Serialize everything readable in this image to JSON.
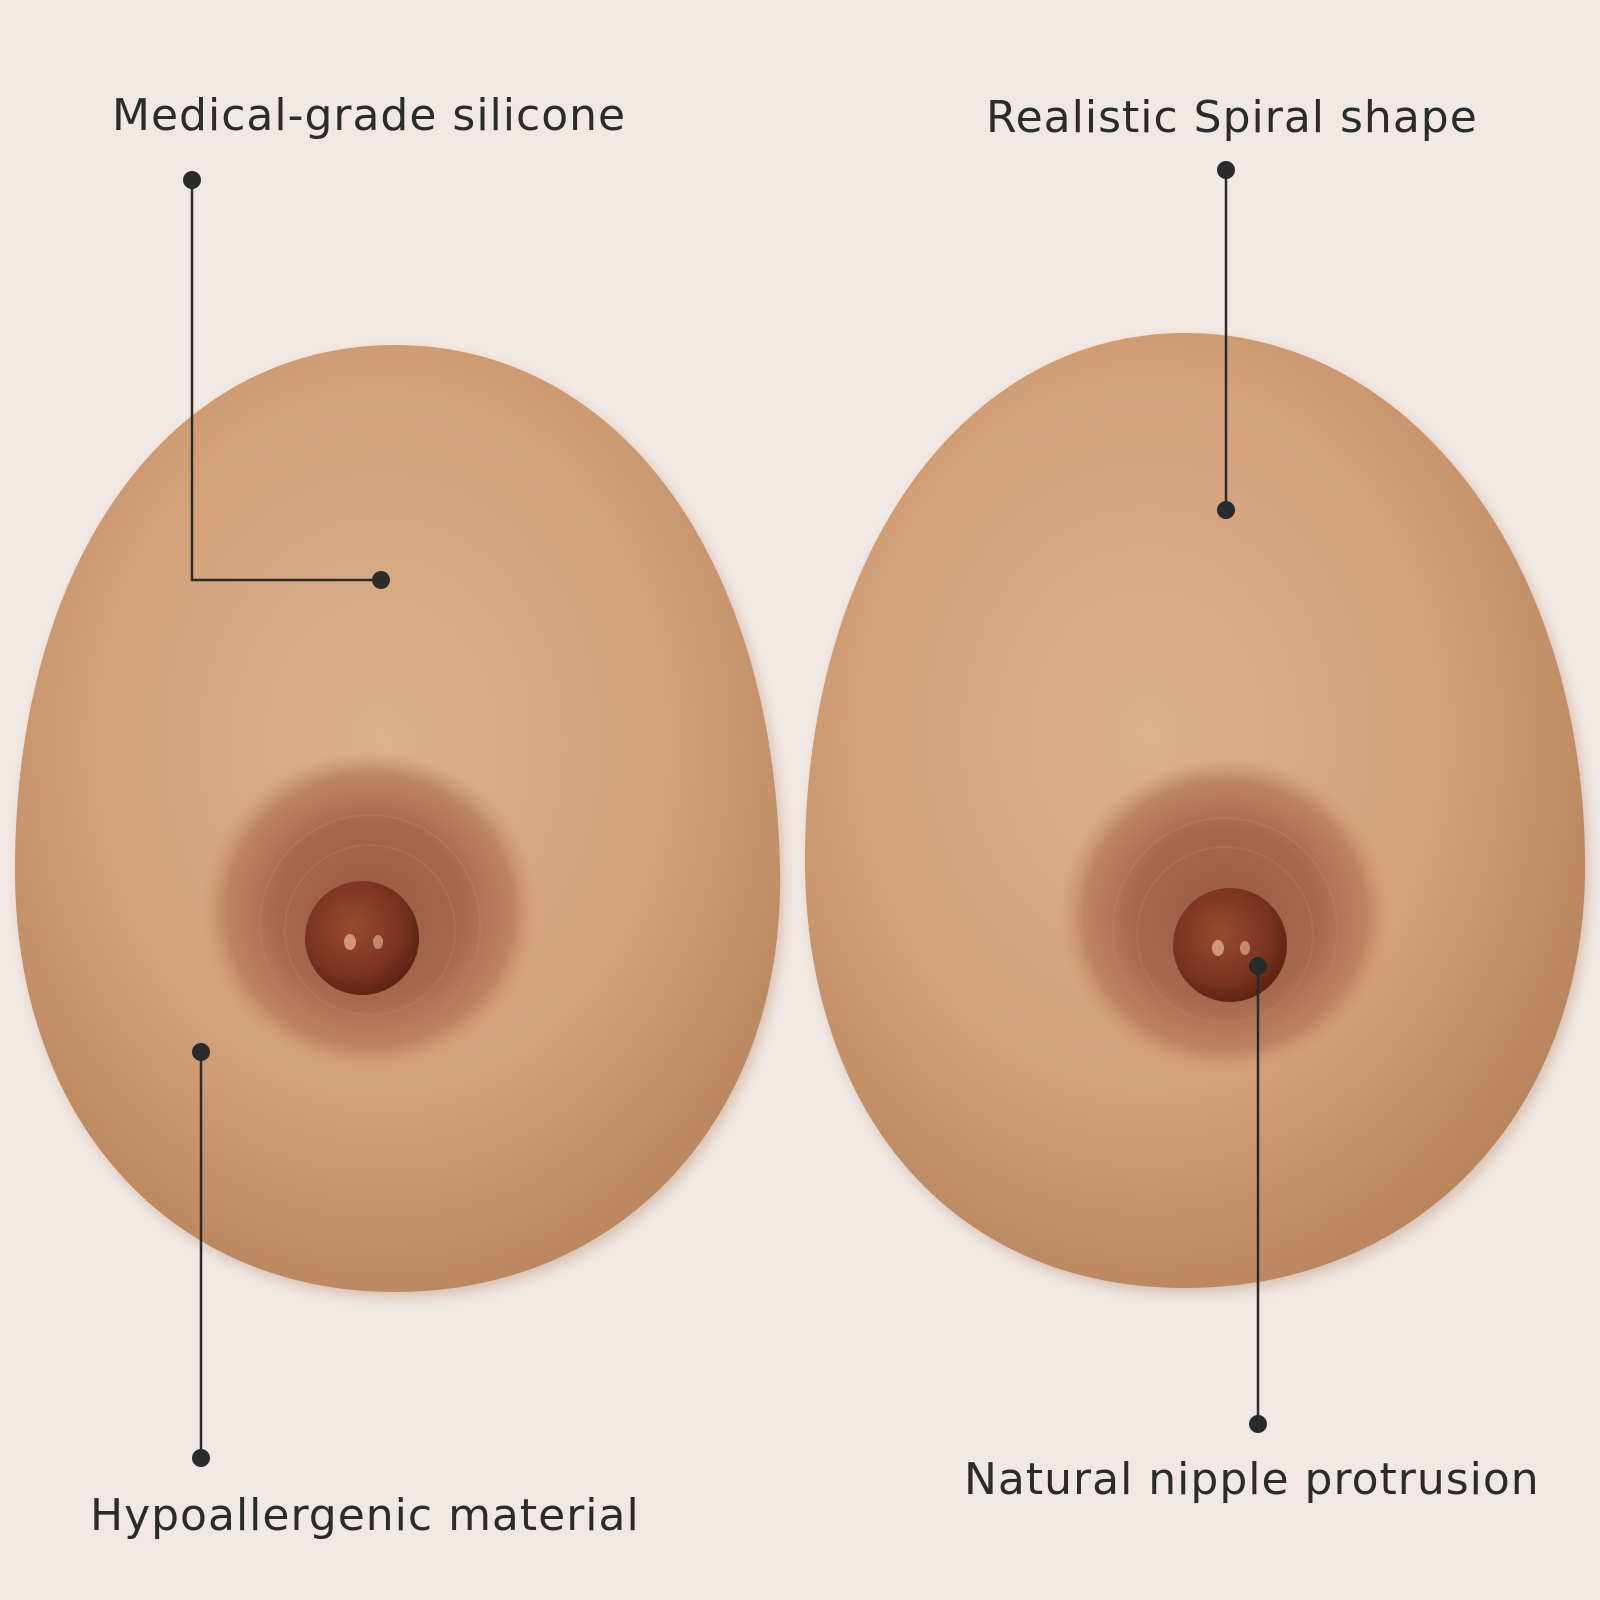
{
  "callouts": {
    "medical_grade": "Medical-grade silicone",
    "realistic_shape": "Realistic Spiral shape",
    "hypoallergenic": "Hypoallergenic material",
    "nipple_protrusion": "Natural nipple protrusion"
  },
  "colors": {
    "background": "#f0e8e4",
    "form_base": "#cc9b72",
    "form_highlight": "#dcb08c",
    "areola": "#a4684d",
    "nipple": "#7a3420",
    "callout_line": "#2b2b2b",
    "text": "#2b2b2b"
  }
}
